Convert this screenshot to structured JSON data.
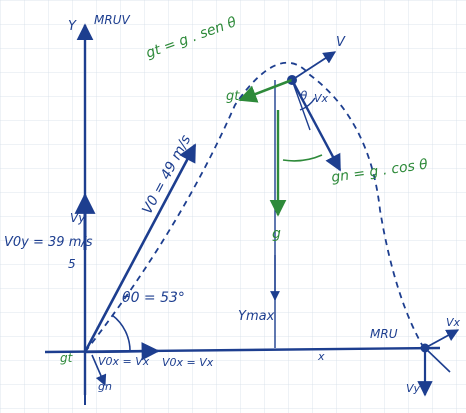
{
  "diagram": {
    "labels": {
      "y_axis": "Y",
      "y_axis_motion": "MRUV",
      "x_axis": "x",
      "x_axis_motion": "MRU",
      "v0": "V0 = 49 m/s",
      "v0y": "V0y = 39 m/s",
      "v0x": "V0x = Vx",
      "v0x_origin": "V0x = Vx",
      "vy_small": "Vy",
      "theta0": "θ0 = 53°",
      "ymax": "Ymax",
      "g": "g",
      "gt_top": "gt = g . sen θ",
      "gn_top": "gn = g . cos θ",
      "gt_origin": "gt",
      "gn_origin": "gn",
      "gt_apex": "gt",
      "theta_apex": "θ",
      "v_apex": "V",
      "vx_apex": "Vx",
      "vx_right": "Vx",
      "vy_right": "Vy",
      "num_5": "5"
    },
    "colors": {
      "ink_blue": "#1d3e8f",
      "ink_green": "#2e8a3a",
      "grid": "#c9d6e3",
      "paper": "#ffffff"
    }
  }
}
